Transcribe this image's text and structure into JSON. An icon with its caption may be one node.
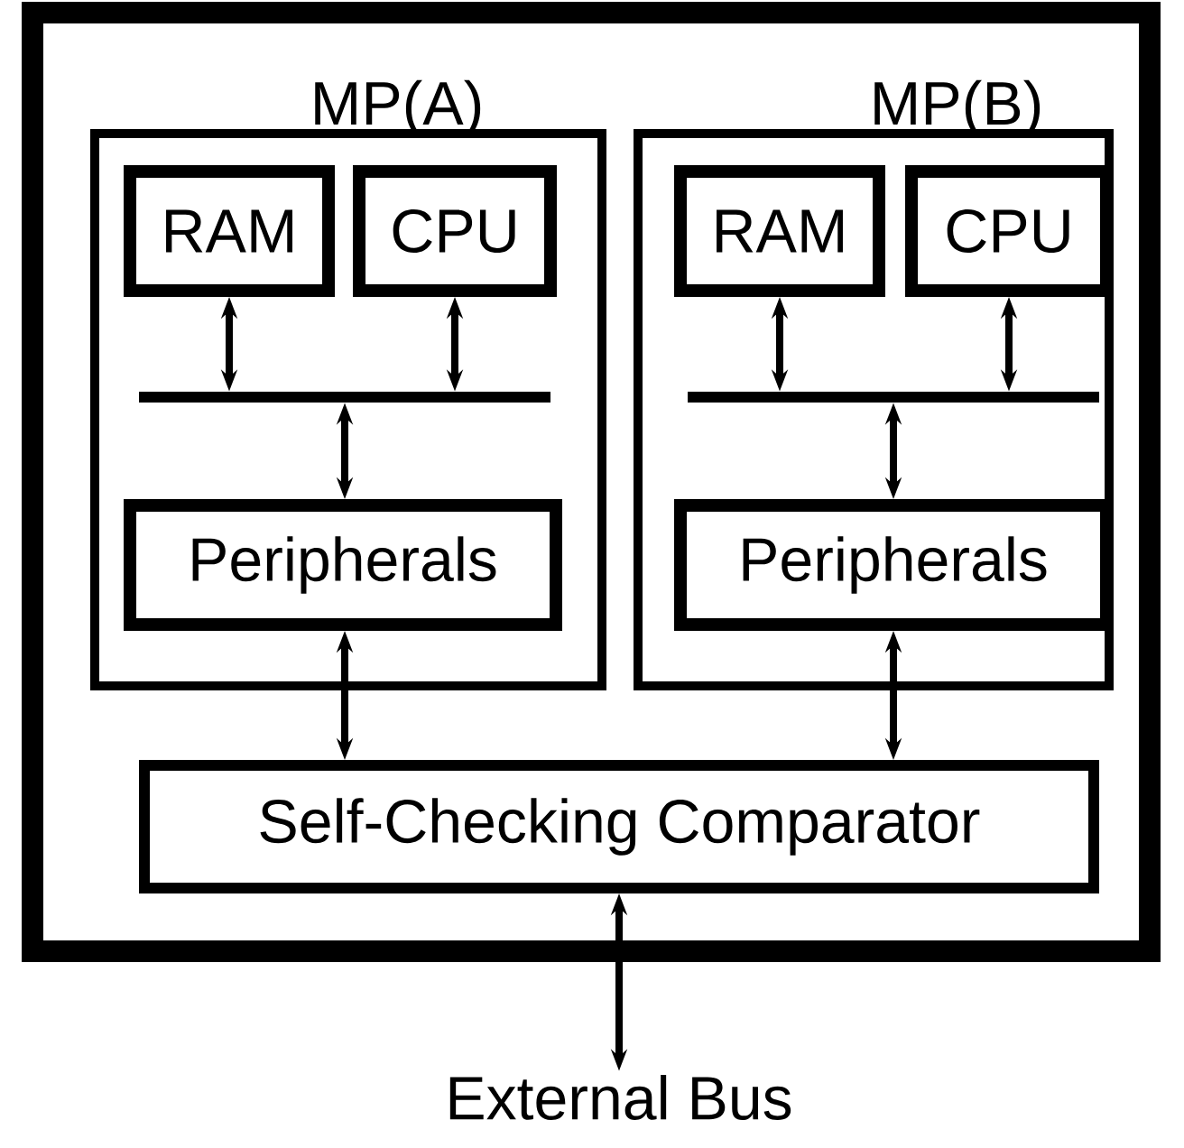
{
  "diagram": {
    "nodes": [
      {
        "text": [],
        "shape": "box"
      },
      {
        "text": [
          "MP(A)"
        ],
        "in": 0
      },
      {
        "text": [
          "RAM"
        ],
        "in": 1
      },
      {
        "text": [
          "CPU"
        ],
        "in": 1
      },
      {
        "text": [],
        "shape": "bar",
        "in": 1
      },
      {
        "text": [
          "Peripherals"
        ],
        "in": 1
      },
      {
        "text": [
          "MP(B)"
        ],
        "in": 0
      },
      {
        "text": [
          "RAM"
        ],
        "in": 6
      },
      {
        "text": [
          "CPU"
        ],
        "in": 6
      },
      {
        "text": [],
        "shape": "bar",
        "in": 6
      },
      {
        "text": [
          "Peripherals"
        ],
        "in": 6
      },
      {
        "text": [
          "Self-Checking Comparator"
        ],
        "in": 0
      },
      {
        "text": [
          "External Bus"
        ]
      }
    ],
    "edges": [
      {
        "from": 2,
        "to": 4,
        "arrow": "both"
      },
      {
        "from": 3,
        "to": 4,
        "arrow": "both"
      },
      {
        "from": 4,
        "to": 5,
        "arrow": "both"
      },
      {
        "from": 7,
        "to": 9,
        "arrow": "both"
      },
      {
        "from": 8,
        "to": 9,
        "arrow": "both"
      },
      {
        "from": 9,
        "to": 10,
        "arrow": "both"
      },
      {
        "from": 5,
        "to": 11,
        "arrow": "both"
      },
      {
        "from": 10,
        "to": 11,
        "arrow": "both"
      },
      {
        "from": 11,
        "to": 12,
        "arrow": "both"
      }
    ]
  }
}
